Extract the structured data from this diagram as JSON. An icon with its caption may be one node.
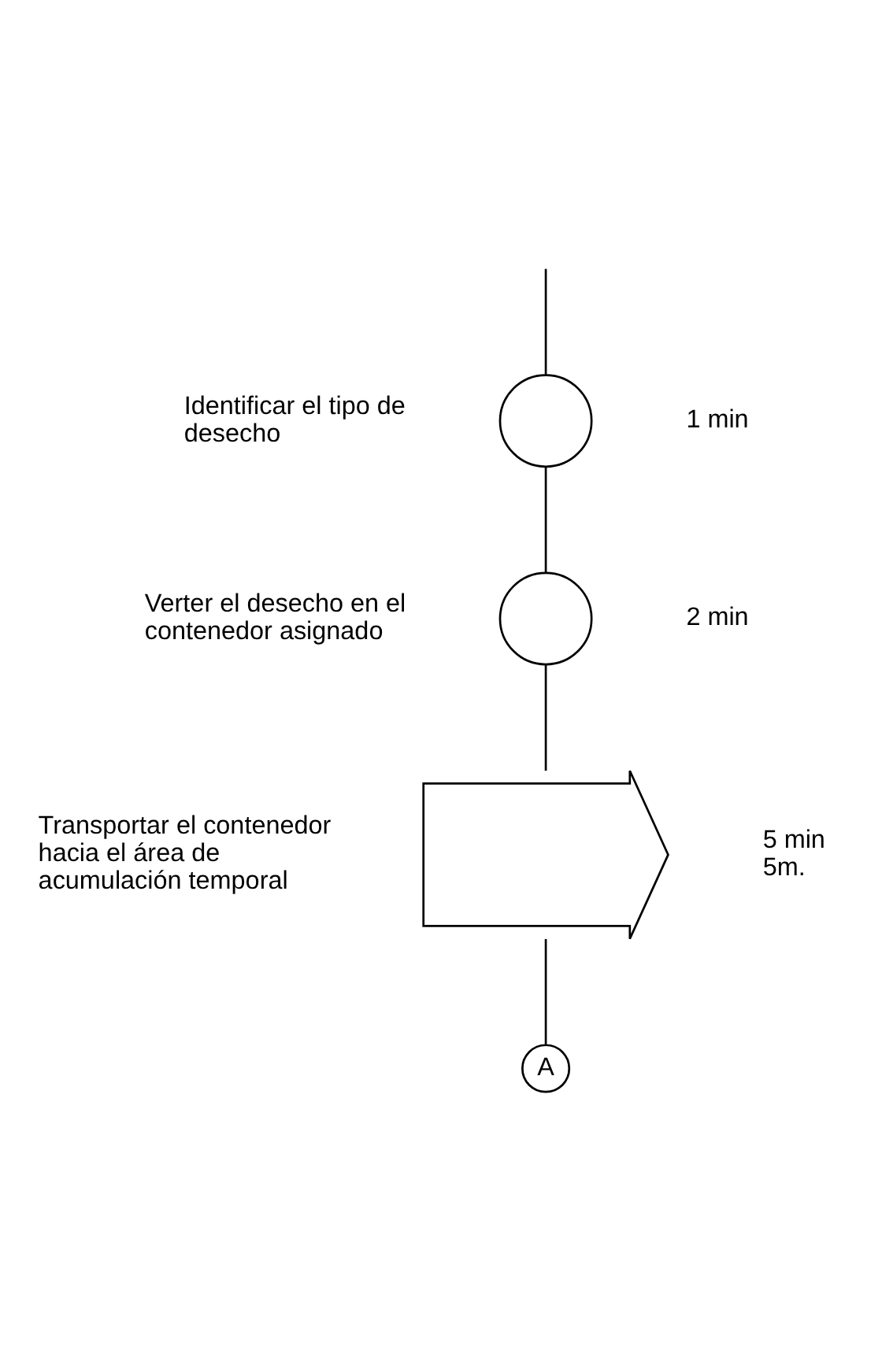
{
  "diagram": {
    "nodes": [
      {
        "text": [],
        "shape": "circle",
        "beside": [
          "Identificar el tipo de desecho",
          "1 min"
        ]
      },
      {
        "text": [],
        "shape": "circle",
        "beside": [
          "Verter el desecho en el contenedor asignado",
          "2 min"
        ]
      },
      {
        "text": [],
        "shape": "arrow",
        "beside": [
          "Transportar el contenedor hacia el área de acumulación temporal",
          "5 min",
          "5m."
        ]
      },
      {
        "text": [
          "A"
        ]
      }
    ],
    "edges": [
      {
        "from": null,
        "to": 0,
        "arrow": "none"
      },
      {
        "from": 0,
        "to": 1,
        "arrow": "none"
      },
      {
        "from": 1,
        "to": 2,
        "arrow": "none"
      },
      {
        "from": 2,
        "to": 3,
        "arrow": "none"
      }
    ]
  }
}
